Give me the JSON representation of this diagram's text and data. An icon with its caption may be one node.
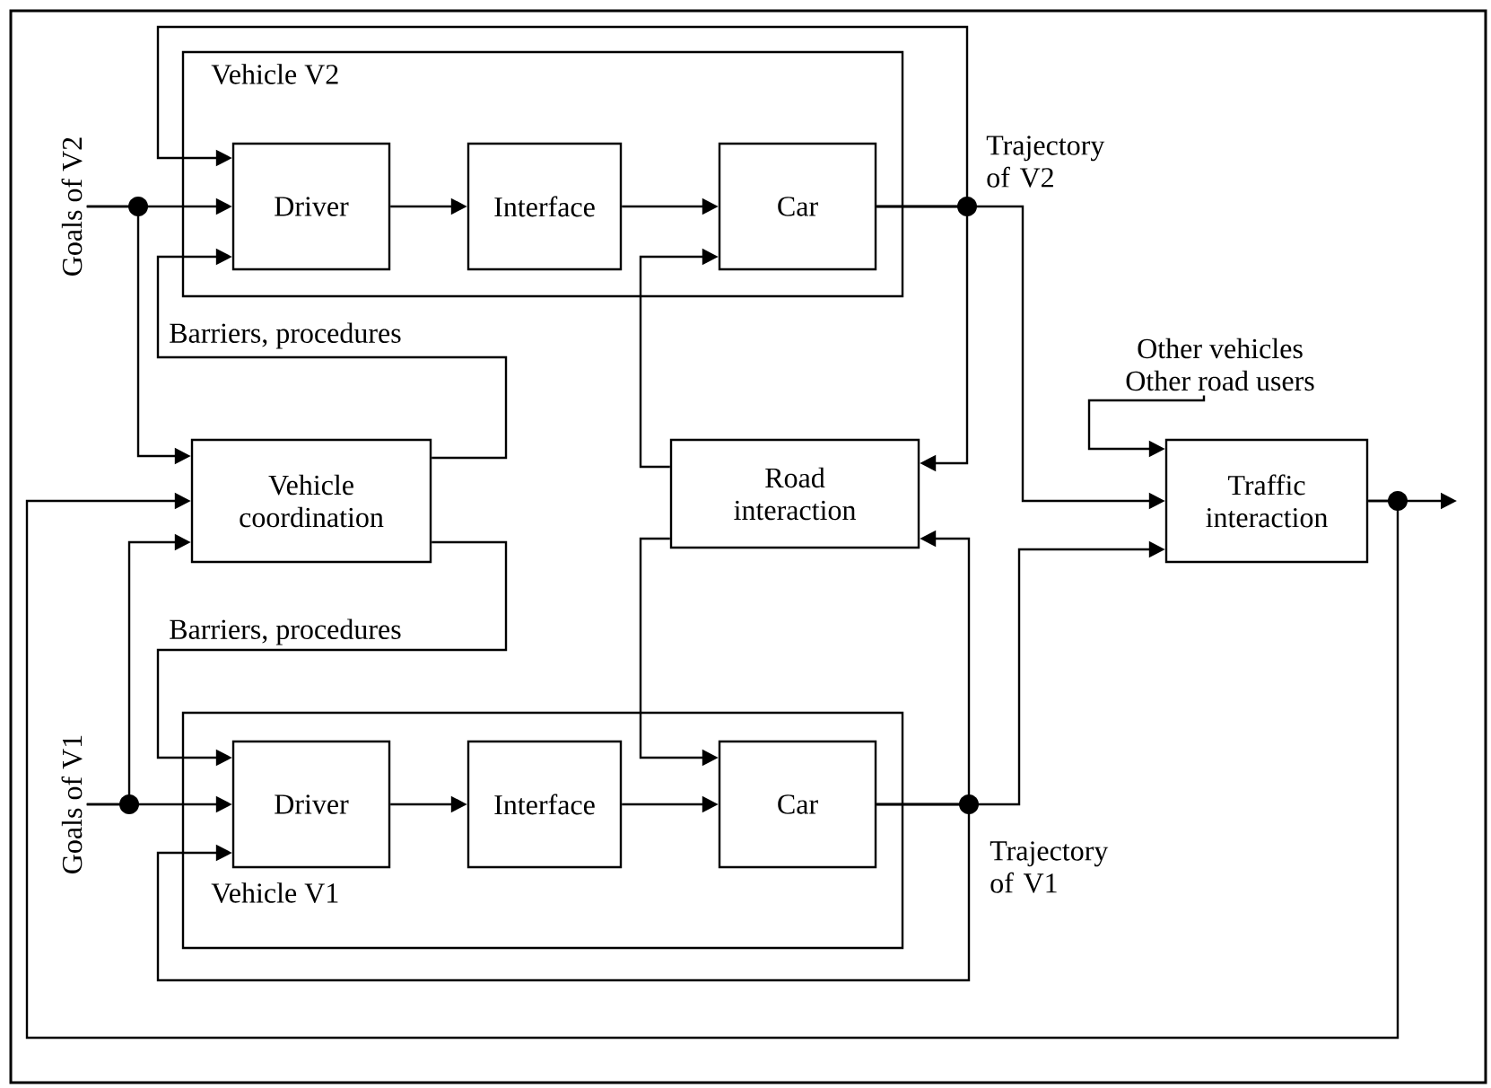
{
  "diagram": {
    "nodes": [
      {
        "text": [
          "Vehicle V2"
        ]
      },
      {
        "text": [
          "Driver"
        ],
        "in": 0
      },
      {
        "text": [
          "Interface"
        ],
        "in": 0
      },
      {
        "text": [
          "Car"
        ],
        "in": 0
      },
      {
        "text": [
          "Vehicle coordination"
        ]
      },
      {
        "text": [
          "Road interaction"
        ]
      },
      {
        "text": [
          "Traffic interaction"
        ]
      },
      {
        "text": [
          "Vehicle V1"
        ]
      },
      {
        "text": [
          "Driver"
        ],
        "in": 7
      },
      {
        "text": [
          "Interface"
        ],
        "in": 7
      },
      {
        "text": [
          "Car"
        ],
        "in": 7
      },
      {
        "text": [
          "Goals of V2"
        ]
      },
      {
        "text": [
          "Goals of V1"
        ]
      },
      {
        "text": [
          "Other vehicles",
          "Other road users"
        ]
      }
    ],
    "edges": [
      {
        "from": 11,
        "to": 1,
        "arrow": "to"
      },
      {
        "from": 11,
        "to": 4,
        "arrow": "to"
      },
      {
        "from": 1,
        "to": 2,
        "arrow": "to"
      },
      {
        "from": 2,
        "to": 3,
        "arrow": "to"
      },
      {
        "from": 3,
        "to": 1,
        "arrow": "to"
      },
      {
        "from": 3,
        "to": 5,
        "arrow": "to"
      },
      {
        "from": 3,
        "to": 6,
        "arrow": "to"
      },
      {
        "from": 4,
        "to": 1,
        "arrow": "to",
        "label": "Barriers, procedures"
      },
      {
        "from": 4,
        "to": 8,
        "arrow": "to",
        "label": "Barriers, procedures"
      },
      {
        "from": 5,
        "to": 3,
        "arrow": "to"
      },
      {
        "from": 5,
        "to": 10,
        "arrow": "to"
      },
      {
        "from": 12,
        "to": 8,
        "arrow": "to"
      },
      {
        "from": 12,
        "to": 4,
        "arrow": "to"
      },
      {
        "from": 8,
        "to": 9,
        "arrow": "to"
      },
      {
        "from": 9,
        "to": 10,
        "arrow": "to"
      },
      {
        "from": 10,
        "to": 8,
        "arrow": "to"
      },
      {
        "from": 10,
        "to": 5,
        "arrow": "to"
      },
      {
        "from": 10,
        "to": 6,
        "arrow": "to"
      },
      {
        "from": 13,
        "to": 6,
        "arrow": "to"
      },
      {
        "from": 6,
        "to": null,
        "arrow": "to"
      },
      {
        "from": 6,
        "to": 4,
        "arrow": "to"
      }
    ],
    "labels": [
      "Trajectory of V2",
      "Trajectory of V1"
    ]
  }
}
